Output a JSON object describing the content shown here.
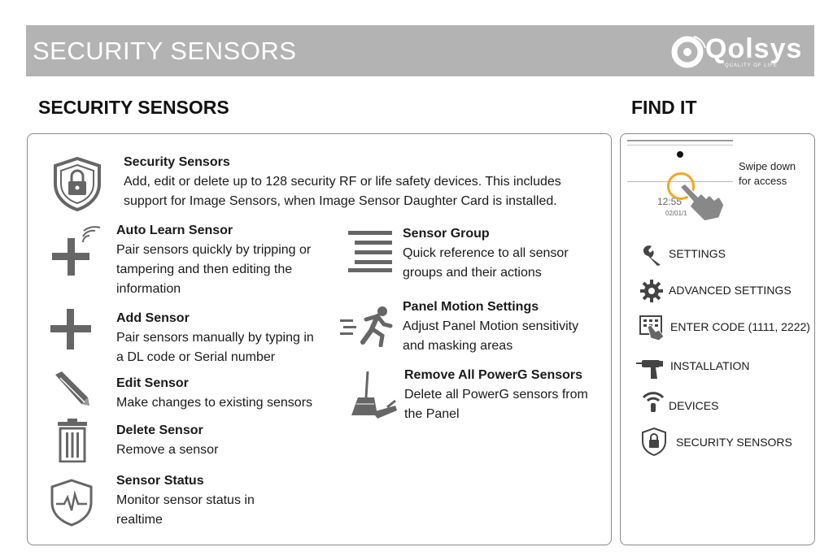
{
  "banner": {
    "title": "SECURITY SENSORS",
    "logo_text": "Qolsys",
    "logo_tagline": "QUALITY OF LIFE"
  },
  "left_heading": "SECURITY SENSORS",
  "right_heading": "FIND IT",
  "items": {
    "security_sensors": {
      "title": "Security Sensors",
      "desc_line1": "Add, edit or delete up to 128 security RF or life safety devices. This includes",
      "desc_line2": "support for Image Sensors, when Image Sensor Daughter Card is installed."
    },
    "auto_learn": {
      "title": "Auto Learn Sensor",
      "line1": "Pair sensors quickly by tripping or",
      "line2": "tampering and then editing the",
      "line3": "information"
    },
    "add_sensor": {
      "title": "Add Sensor",
      "line1": "Pair sensors manually by typing in",
      "line2": "a DL code or Serial number"
    },
    "edit_sensor": {
      "title": "Edit Sensor",
      "line1": "Make changes to existing sensors"
    },
    "delete_sensor": {
      "title": "Delete Sensor",
      "line1": "Remove a sensor"
    },
    "sensor_status": {
      "title": "Sensor Status",
      "line1": "Monitor sensor status in",
      "line2": "realtime"
    },
    "sensor_group": {
      "title": "Sensor Group",
      "line1": "Quick reference to all sensor",
      "line2": "groups and their actions"
    },
    "panel_motion": {
      "title": "Panel Motion Settings",
      "line1": "Adjust Panel Motion sensitivity",
      "line2": "and masking areas"
    },
    "remove_powerg": {
      "title": "Remove All PowerG Sensors",
      "line1": "Delete all PowerG sensors from",
      "line2": "the Panel"
    }
  },
  "find_it": {
    "swipe_line1": "Swipe down",
    "swipe_line2": "for access",
    "phone_time": "12:55",
    "phone_date": "02/01/1",
    "steps": [
      {
        "label": "SETTINGS",
        "icon": "wrench-icon"
      },
      {
        "label": "ADVANCED SETTINGS",
        "icon": "gear-icon"
      },
      {
        "label": "ENTER CODE (1111, 2222)",
        "icon": "keypad-hand-icon"
      },
      {
        "label": "INSTALLATION",
        "icon": "drill-icon"
      },
      {
        "label": "DEVICES",
        "icon": "wireless-icon"
      },
      {
        "label": "SECURITY SENSORS",
        "icon": "shield-lock-icon"
      }
    ]
  },
  "colors": {
    "banner": "#b3b3b3",
    "icon": "#666666",
    "accent": "#f5a623"
  }
}
